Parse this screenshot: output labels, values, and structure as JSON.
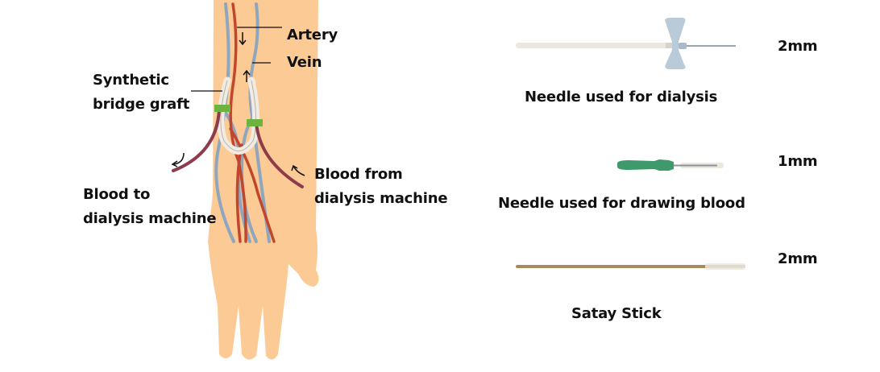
{
  "arm_diagram": {
    "labels": {
      "artery": "Artery",
      "vein": "Vein",
      "graft_line1": "Synthetic",
      "graft_line2": "bridge graft",
      "to_machine_line1": "Blood to",
      "to_machine_line2": "dialysis machine",
      "from_machine_line1": "Blood from",
      "from_machine_line2": "dialysis machine"
    },
    "colors": {
      "skin": "#FCCB95",
      "artery": "#C2462E",
      "vein": "#8FA6BF",
      "graft": "#F1ECE3",
      "tube": "#8E3B4C",
      "clamp": "#6CB33F"
    }
  },
  "comparison": [
    {
      "label": "Needle used for dialysis",
      "size": "2mm"
    },
    {
      "label": "Needle used for drawing blood",
      "size": "1mm"
    },
    {
      "label": "Satay Stick",
      "size": "2mm"
    }
  ]
}
